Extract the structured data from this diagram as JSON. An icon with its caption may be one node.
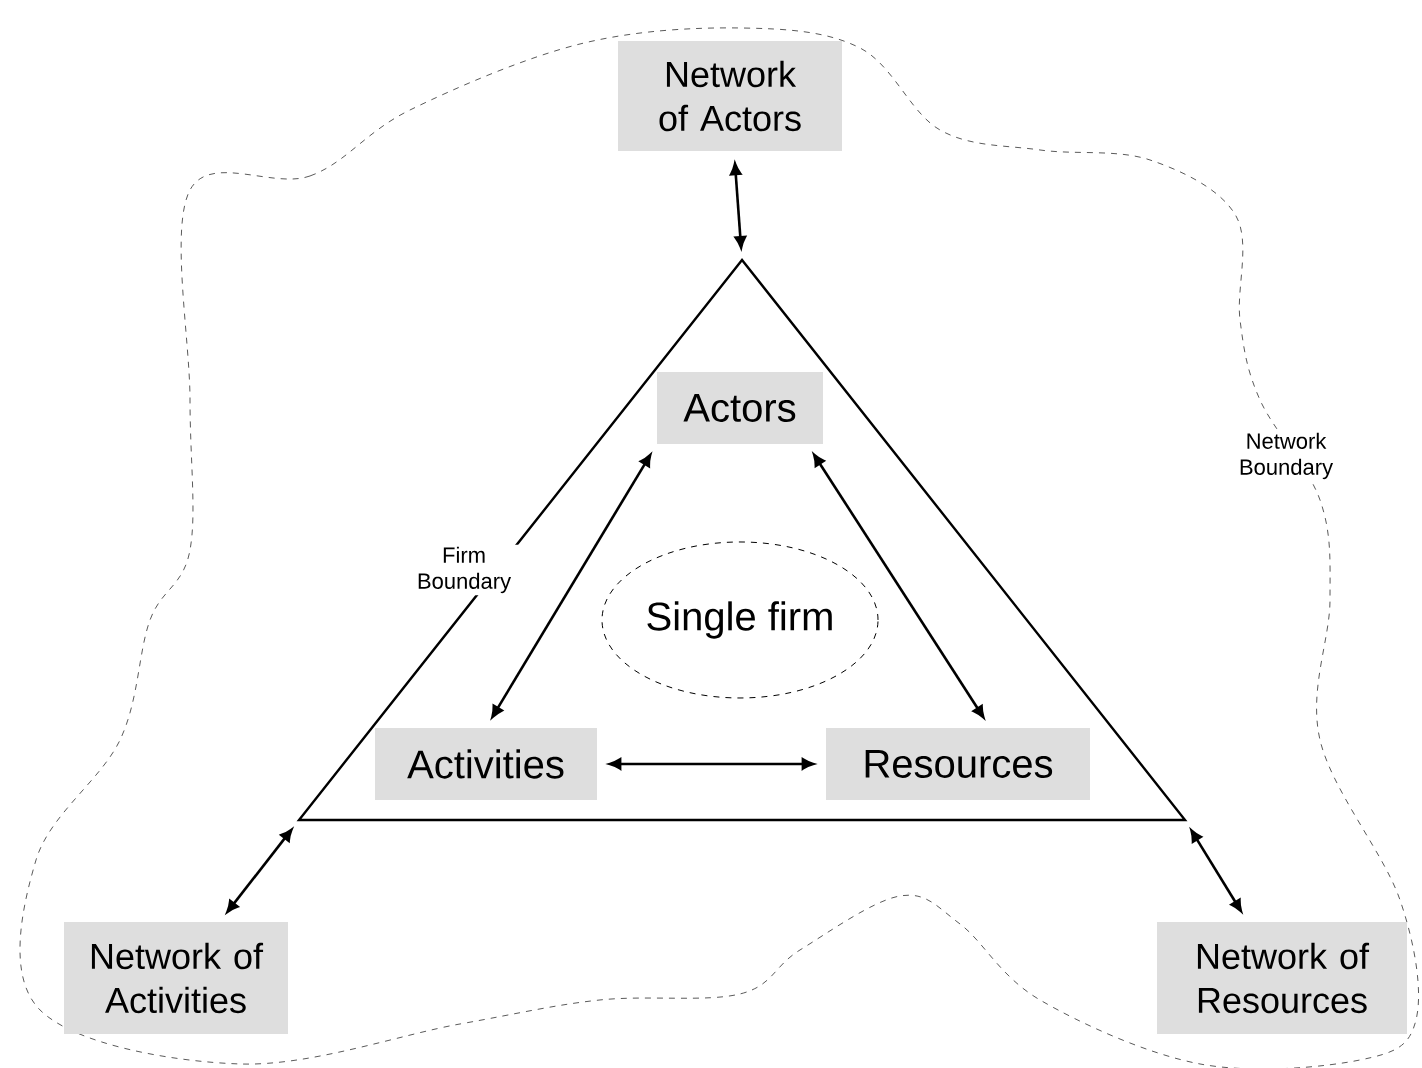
{
  "diagram": {
    "nodes": [
      {
        "text": [
          "Network of Actors"
        ]
      },
      {
        "text": [],
        "shape": "triangle"
      },
      {
        "text": [
          "Actors"
        ],
        "in": 1
      },
      {
        "text": [
          "Single firm"
        ],
        "in": 1
      },
      {
        "text": [
          "Activities"
        ],
        "in": 1
      },
      {
        "text": [
          "Resources"
        ],
        "in": 1
      },
      {
        "text": [
          "Network of Activities"
        ]
      },
      {
        "text": [
          "Network of Resources"
        ]
      }
    ],
    "edges": [
      {
        "from": 0,
        "to": 1,
        "arrow": "both"
      },
      {
        "from": 2,
        "to": 4,
        "arrow": "both"
      },
      {
        "from": 2,
        "to": 5,
        "arrow": "both"
      },
      {
        "from": 4,
        "to": 5,
        "arrow": "both"
      },
      {
        "from": 6,
        "to": 1,
        "arrow": "both"
      },
      {
        "from": 7,
        "to": 1,
        "arrow": "both"
      }
    ],
    "labels": [
      "Network Boundary",
      "Firm Boundary"
    ]
  }
}
